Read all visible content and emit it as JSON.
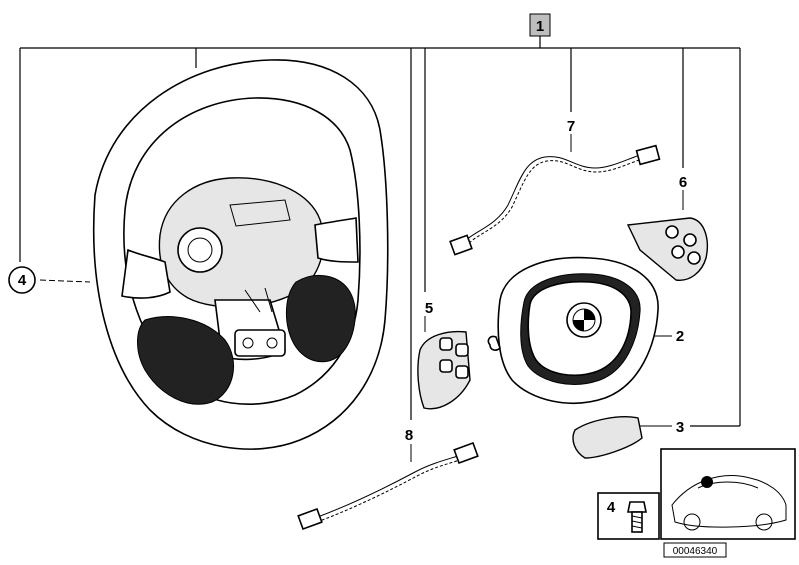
{
  "callouts": {
    "c1": "1",
    "c2": "2",
    "c3": "3",
    "c4_circle": "4",
    "c4_inset": "4",
    "c5": "5",
    "c6": "6",
    "c7": "7",
    "c8": "8"
  },
  "diagram_id": "00046340",
  "colors": {
    "line": "#000000",
    "callout_box_fill": "#bdbdbd",
    "part_fill": "#ffffff",
    "shade": "#e6e6e6"
  }
}
